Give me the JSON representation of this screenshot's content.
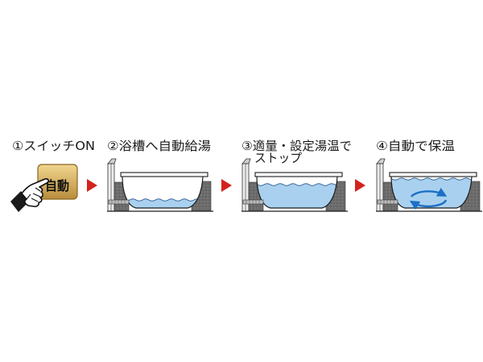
{
  "steps": [
    {
      "lines": [
        "①スイッチON"
      ]
    },
    {
      "lines": [
        "②浴槽へ自動給湯"
      ]
    },
    {
      "lines": [
        "③適量・設定湯温で",
        "ストップ"
      ]
    },
    {
      "lines": [
        "④自動で保温"
      ]
    }
  ],
  "button_label": "自動",
  "colors": {
    "arrow": "#d2231e",
    "water": "#a9d1ef",
    "wave": "#2f5f90",
    "circulation": "#1d6fc6",
    "button_top": "#f1d68e",
    "button_bottom": "#b88d3c"
  }
}
